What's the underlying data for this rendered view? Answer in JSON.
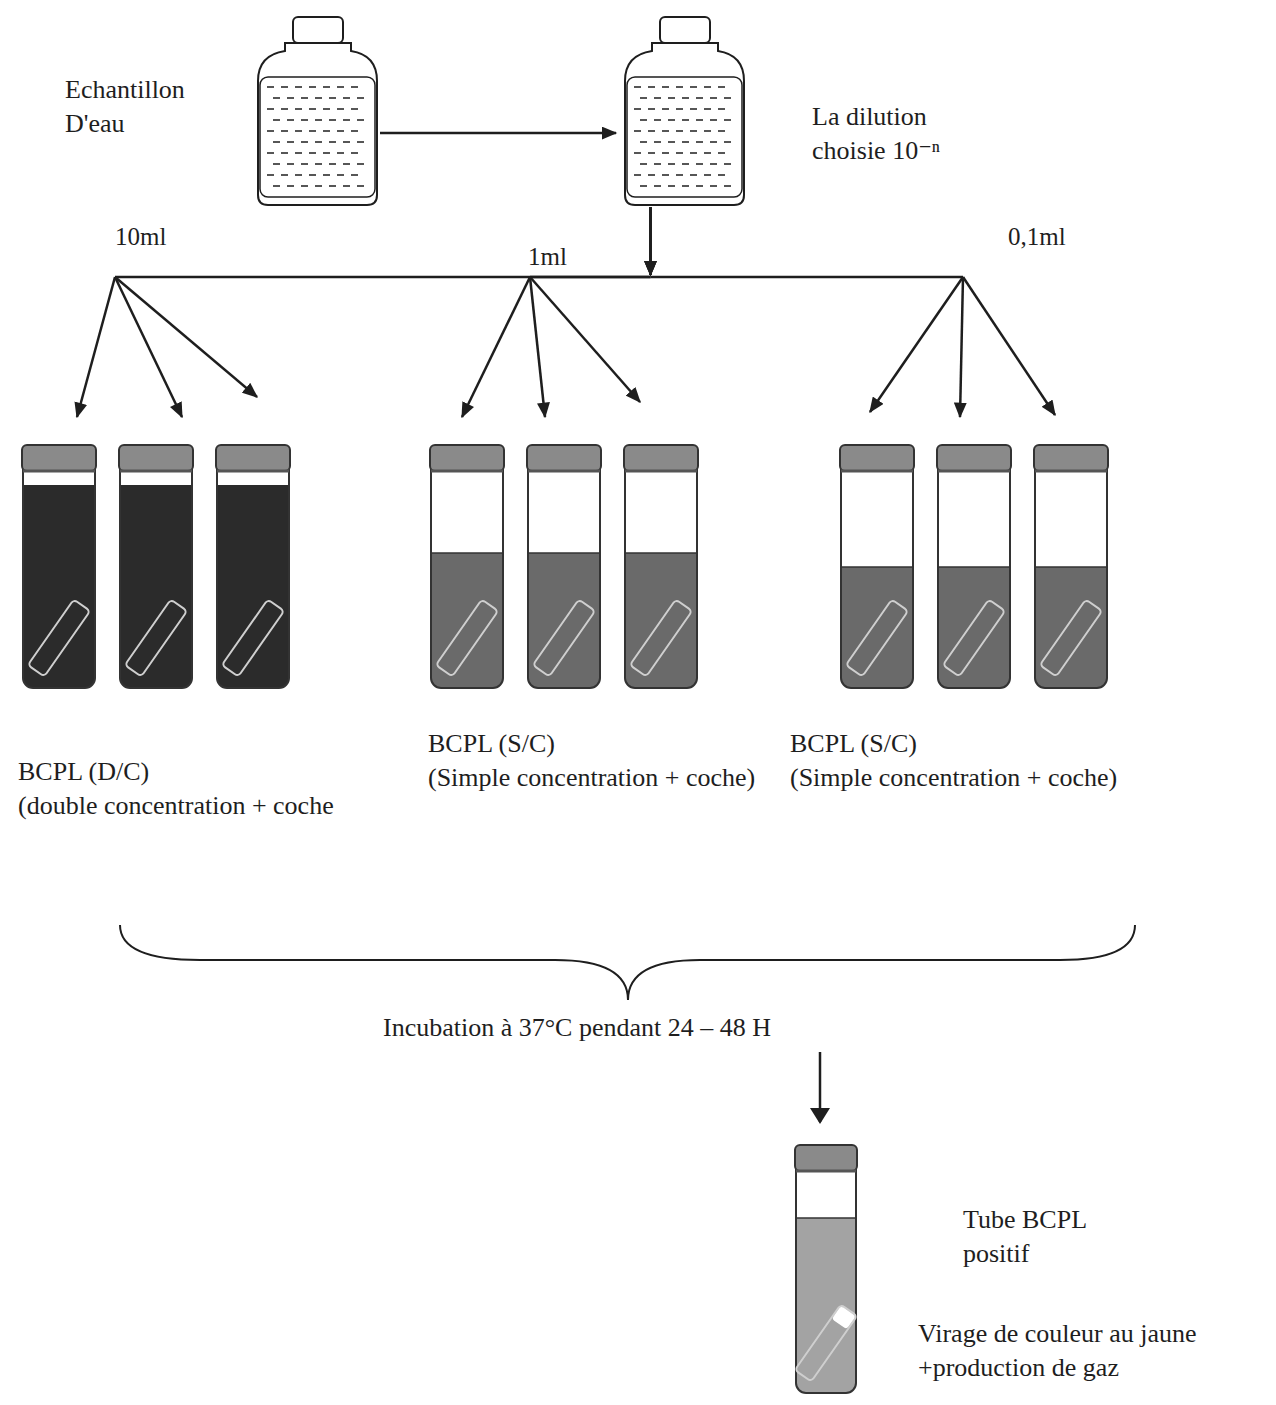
{
  "diagram": {
    "nodes": [
      {
        "text": [
          "Echantillon D'eau"
        ]
      },
      {
        "text": [
          "La dilution choisie 10⁻ⁿ"
        ]
      },
      {
        "text": [
          "BCPL (D/C)",
          "(double concentration + coche"
        ]
      },
      {
        "text": [
          "BCPL (S/C)",
          "(Simple concentration + coche)"
        ]
      },
      {
        "text": [
          "BCPL (S/C)",
          "(Simple concentration + coche)"
        ]
      },
      {
        "text": [
          "Tube BCPL positif",
          "Virage de couleur au jaune +production de gaz"
        ]
      }
    ],
    "edges": [
      {
        "from": 0,
        "to": 1,
        "arrow": "to"
      },
      {
        "from": 1,
        "to": 2,
        "arrow": "to",
        "label": "10ml"
      },
      {
        "from": 1,
        "to": 3,
        "arrow": "to",
        "label": "1ml"
      },
      {
        "from": 1,
        "to": 4,
        "arrow": "to",
        "label": "0,1ml"
      }
    ],
    "labels": [
      "Incubation à 37°C pendant 24 – 48 H"
    ]
  }
}
